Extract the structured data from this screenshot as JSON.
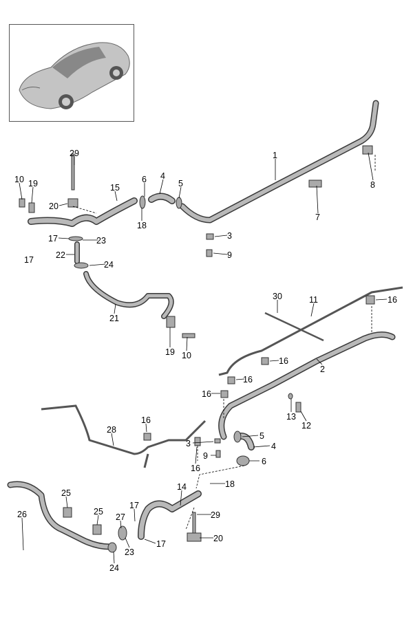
{
  "diagram": {
    "title": "Coolant pipes exploded view",
    "colors": {
      "pipe": "#b9b9b9",
      "outline": "#3a3a3a",
      "text": "#000000"
    },
    "labels": {
      "top": [
        "29",
        "10",
        "19",
        "15",
        "6",
        "4",
        "5",
        "1",
        "8",
        "20",
        "18",
        "7",
        "3",
        "9",
        "17",
        "23",
        "17",
        "22",
        "24",
        "21",
        "19",
        "10"
      ],
      "bottom": [
        "30",
        "11",
        "16",
        "16",
        "2",
        "16",
        "16",
        "13",
        "12",
        "28",
        "16",
        "5",
        "4",
        "3",
        "9",
        "16",
        "6",
        "18",
        "14",
        "29",
        "26",
        "25",
        "25",
        "27",
        "17",
        "23",
        "17",
        "20",
        "24"
      ]
    }
  }
}
